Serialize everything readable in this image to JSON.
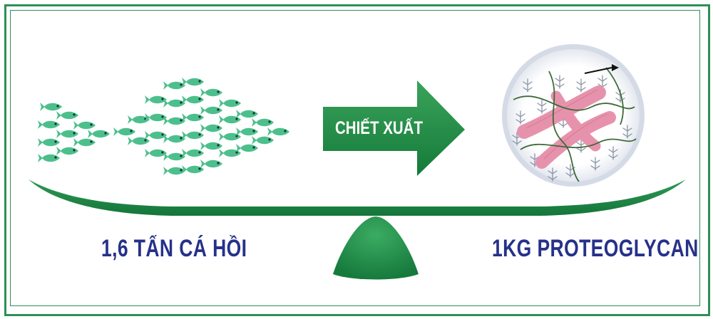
{
  "process_label": "CHIẾT XUẤT",
  "left_label": "1,6 TẤN CÁ HỒI",
  "right_label": "1KG PROTEOGLYCAN",
  "colors": {
    "frame": "#2e8f57",
    "fish": "#4dbf8d",
    "arrow": "#1f8b45",
    "scale": "#1e8a46",
    "label_text": "#26318a",
    "fiber": "#e792ad"
  },
  "icons": [
    "salmon-school-icon",
    "extraction-arrow-icon",
    "proteoglycan-molecule-icon",
    "balance-scale-icon"
  ]
}
